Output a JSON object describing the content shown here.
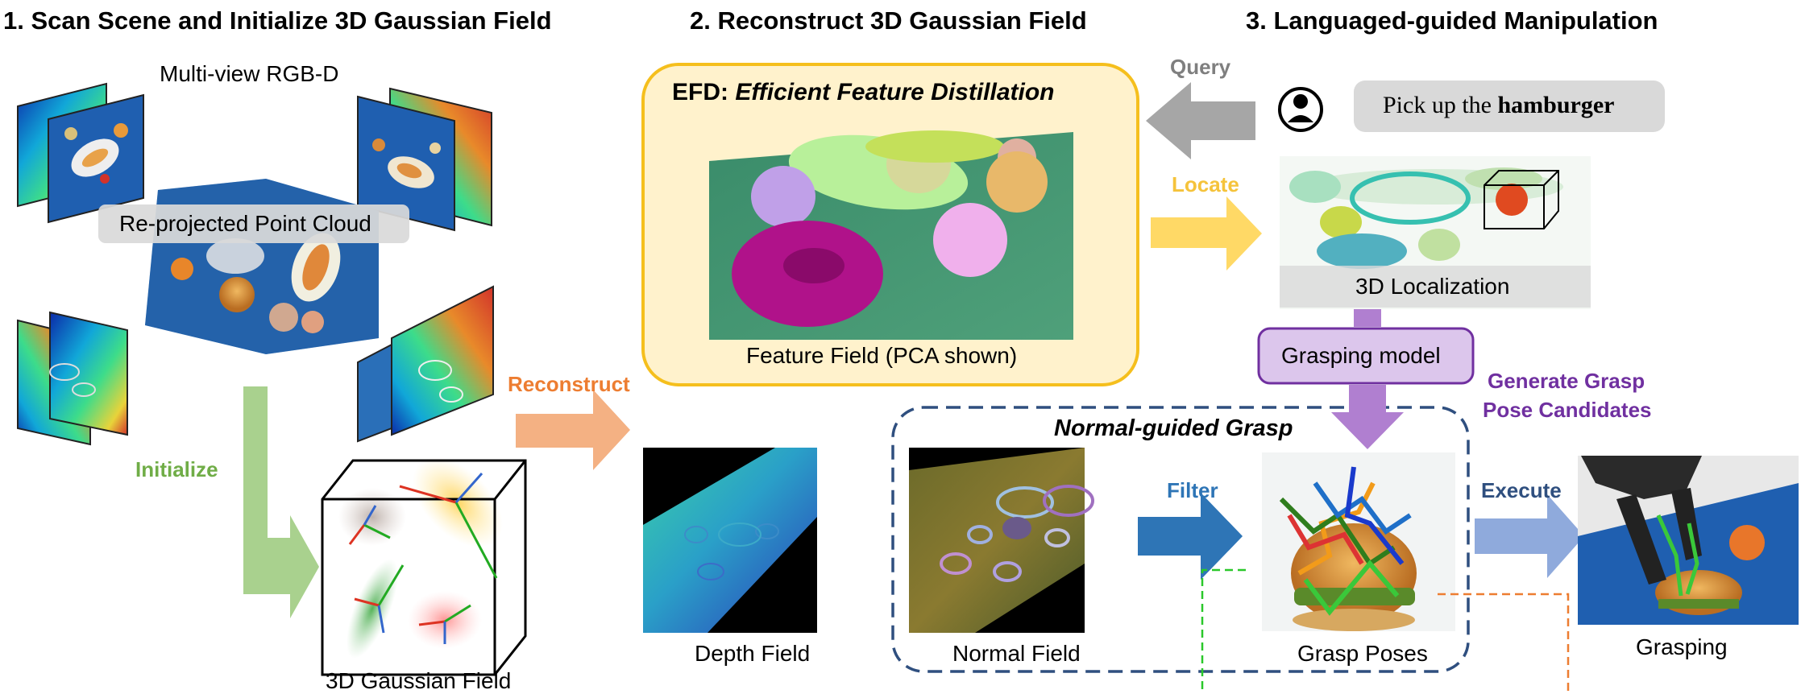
{
  "colors": {
    "efd_box_fill": "#fff2cc",
    "efd_box_border": "#f5bf1d",
    "dashed_border": "#2f4f7f",
    "initialize_green": "#70ad47",
    "reconstruct_orange": "#ed7d31",
    "locate_yellow": "#f5c33b",
    "grasp_purple": "#7030a0",
    "grasp_model_fill": "#dcc6ec",
    "filter_blue": "#2e75b6",
    "execute_blue": "#8faadc",
    "query_gray": "#999999",
    "banner_gray": "#d9d9d9"
  },
  "sections": {
    "s1": "1. Scan Scene and Initialize 3D Gaussian Field",
    "s2": "2. Reconstruct 3D Gaussian Field",
    "s3": "3. Languaged-guided Manipulation"
  },
  "stage1": {
    "multiview": "Multi-view RGB-D",
    "reprojected": "Re-projected Point Cloud",
    "initialize": "Initialize",
    "gaussian_field": "3D Gaussian Field"
  },
  "stage2": {
    "efd_prefix": "EFD: ",
    "efd_title": "Efficient Feature Distillation",
    "feature_field": "Feature Field  (PCA shown)",
    "reconstruct": "Reconstruct",
    "depth_field": "Depth Field",
    "normal_field": "Normal Field",
    "normal_guided": "Normal-guided Grasp"
  },
  "stage3": {
    "query": "Query",
    "instruction_prefix": "Pick up the ",
    "instruction_object": "hamburger",
    "locate": "Locate",
    "localization": "3D Localization",
    "grasping_model": "Grasping model",
    "generate_line1": "Generate Grasp",
    "generate_line2": "Pose Candidates",
    "filter": "Filter",
    "grasp_poses": "Grasp Poses",
    "execute": "Execute",
    "grasping": "Grasping"
  }
}
